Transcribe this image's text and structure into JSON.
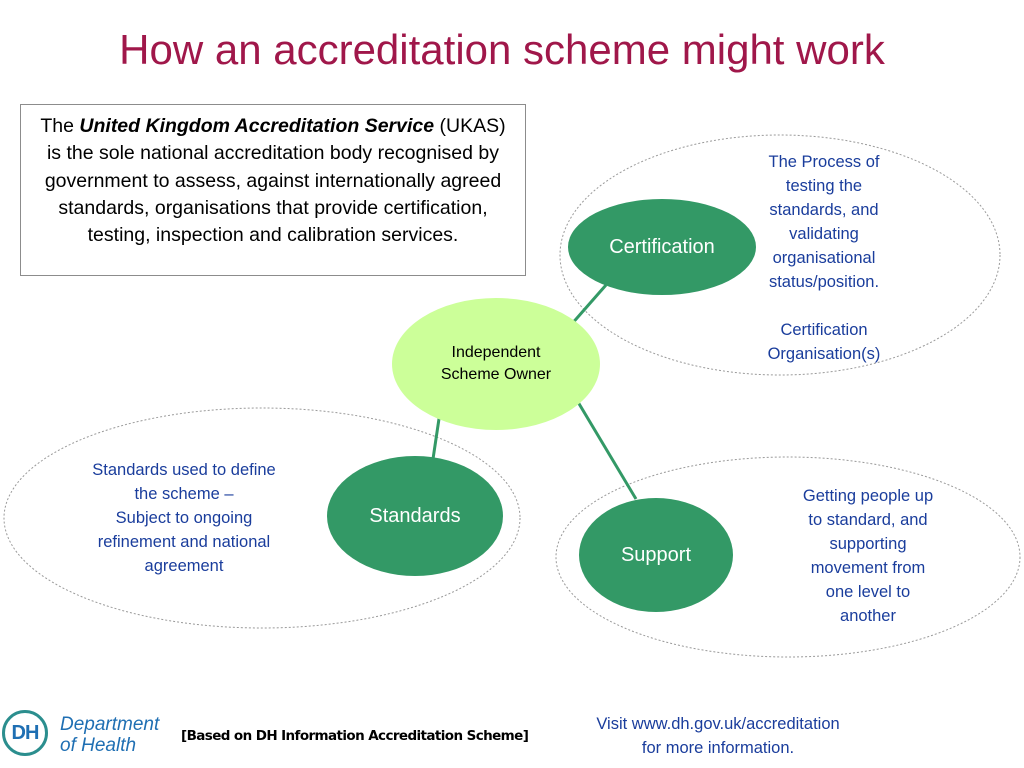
{
  "title": "How an accreditation scheme might work",
  "ukas_box": {
    "prefix": "The ",
    "org_name": "United Kingdom Accreditation Service",
    "body": "(UKAS) is the sole national accreditation body recognised by government to assess, against internationally agreed standards, organisations that provide certification, testing, inspection and calibration services."
  },
  "nodes": {
    "owner": {
      "line1": "Independent",
      "line2": "Scheme Owner"
    },
    "certification": "Certification",
    "standards": "Standards",
    "support": "Support"
  },
  "descriptions": {
    "certification": {
      "line1": "The Process of",
      "line2": "testing the",
      "line3": "standards, and",
      "line4": "validating",
      "line5": "organisational",
      "line6": "status/position.",
      "line7": "Certification",
      "line8": "Organisation(s)"
    },
    "standards": {
      "line1": "Standards used to define",
      "line2": "the scheme –",
      "line3": "Subject to ongoing",
      "line4": "refinement and national",
      "line5": "agreement"
    },
    "support": {
      "line1": "Getting people up",
      "line2": "to standard, and",
      "line3": "supporting",
      "line4": "movement from",
      "line5": "one level to",
      "line6": "another"
    }
  },
  "footer": {
    "note": "[Based on DH Information Accreditation Scheme]",
    "link_line1": "Visit www.dh.gov.uk/accreditation",
    "link_line2": "for more information."
  },
  "logo": {
    "initials": "DH",
    "line1": "Department",
    "line2": "of Health"
  },
  "colors": {
    "title": "#a0174a",
    "node_dark": "#339966",
    "node_light": "#ccff99",
    "description_text": "#1a3d9c",
    "connector": "#339966"
  }
}
